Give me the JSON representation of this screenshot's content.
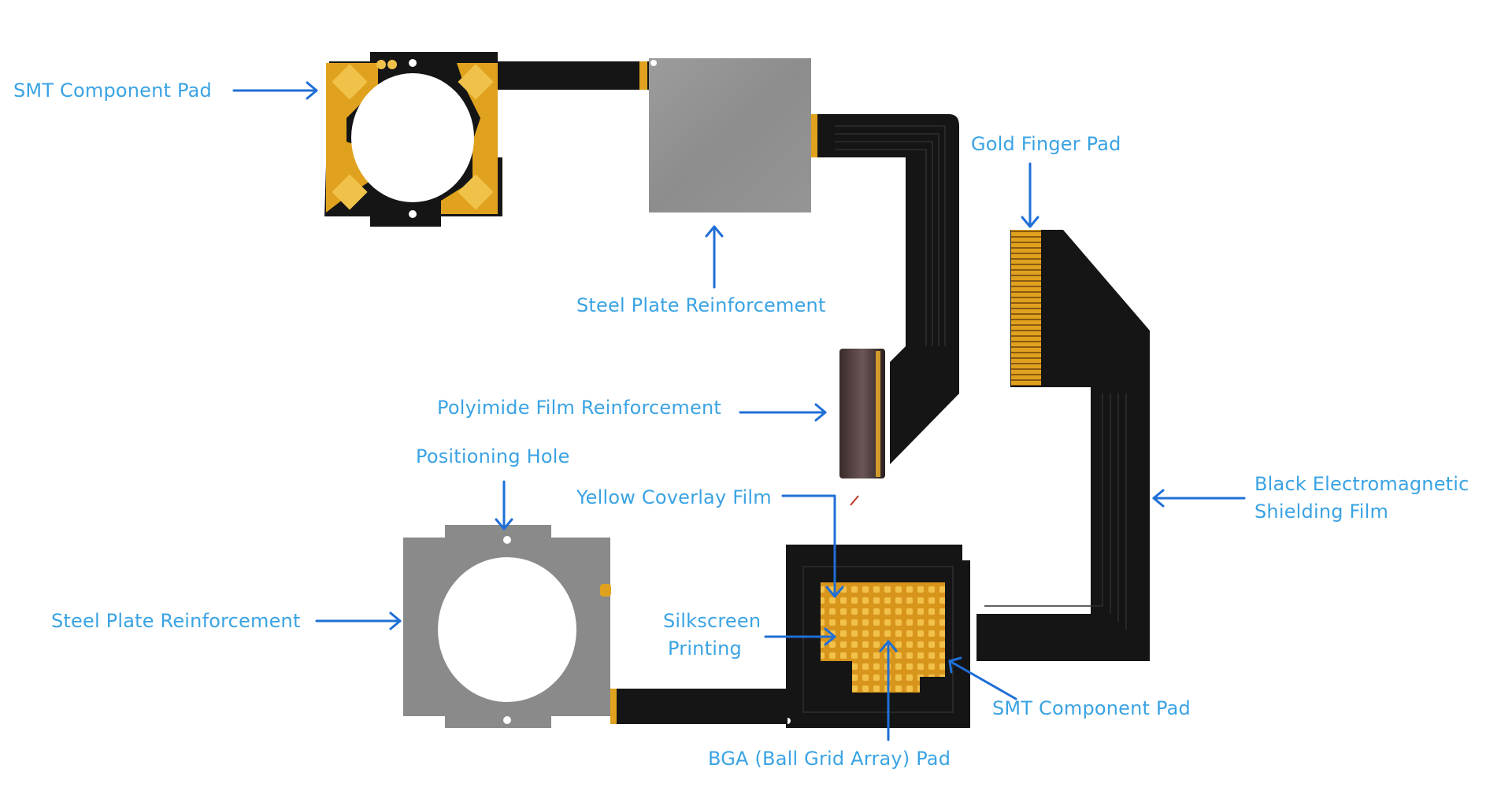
{
  "diagram": {
    "subject": "Flexible printed circuit board (FPC) with labeled features",
    "colors": {
      "label_text": "#3aa3e3",
      "arrow": "#1f6fd6",
      "flex_black": "#151515",
      "gold": "#e0a21e",
      "steel": "#8f8f8f",
      "steel_dark": "#7a7a7a",
      "polyimide": "#5a4848",
      "background": "#ffffff"
    },
    "labels": [
      {
        "id": "smt-pad-top",
        "text": "SMT Component Pad"
      },
      {
        "id": "steel-plate-top",
        "text": "Steel Plate Reinforcement"
      },
      {
        "id": "gold-finger",
        "text": "Gold Finger Pad"
      },
      {
        "id": "polyimide",
        "text": "Polyimide Film Reinforcement"
      },
      {
        "id": "positioning-hole",
        "text": "Positioning Hole"
      },
      {
        "id": "yellow-coverlay",
        "text": "Yellow Coverlay Film"
      },
      {
        "id": "black-em-line1",
        "text": "Black Electromagnetic"
      },
      {
        "id": "black-em-line2",
        "text": "Shielding Film"
      },
      {
        "id": "steel-plate-bottom",
        "text": "Steel Plate Reinforcement"
      },
      {
        "id": "silkscreen-line1",
        "text": "Silkscreen"
      },
      {
        "id": "silkscreen-line2",
        "text": "Printing"
      },
      {
        "id": "smt-pad-bottom",
        "text": "SMT Component Pad"
      },
      {
        "id": "bga",
        "text": "BGA (Ball Grid Array) Pad"
      }
    ]
  }
}
